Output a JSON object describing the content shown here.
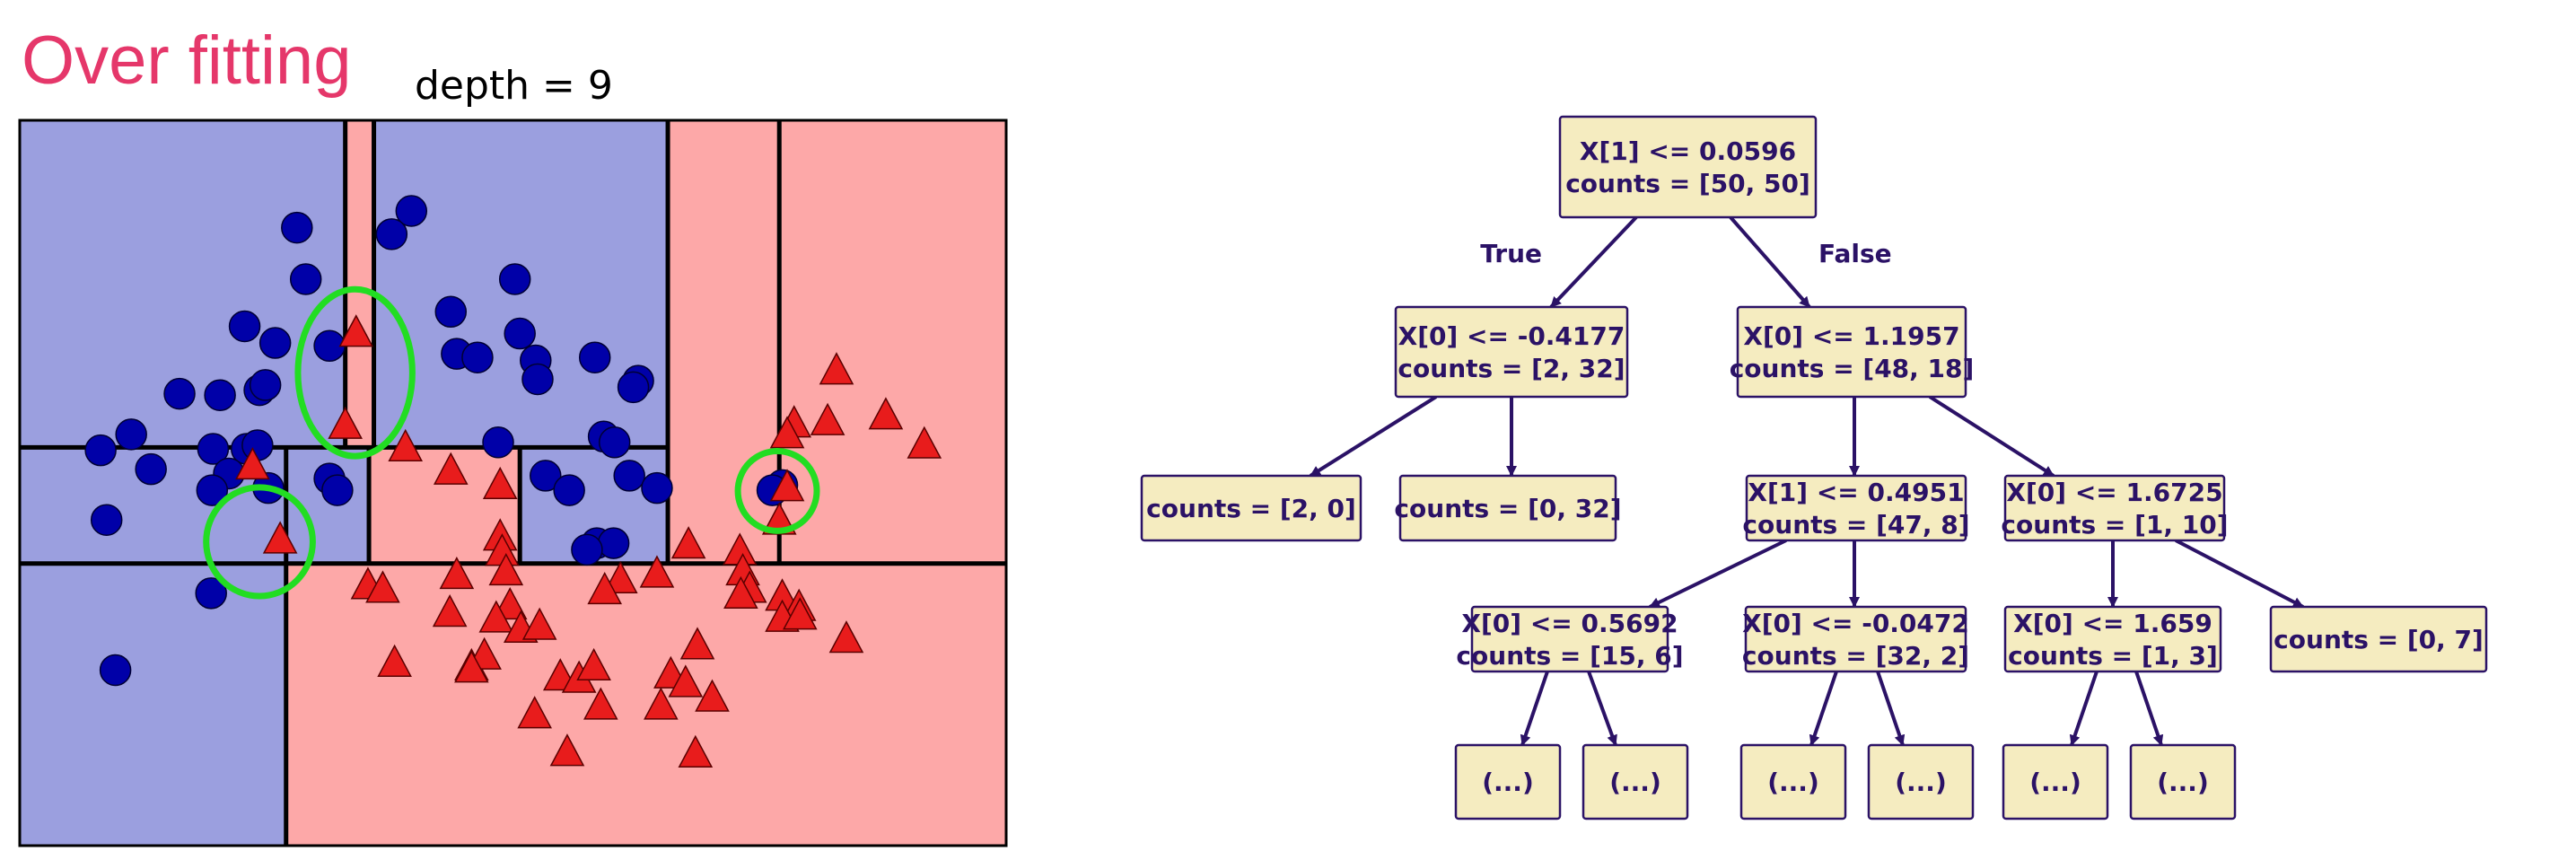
{
  "slide": {
    "title": "Over fitting",
    "plot_title": "depth = 9"
  },
  "colors": {
    "title": "#e5376a",
    "blue_region": "#9b9fdf",
    "red_region": "#fda8a8",
    "circle": "#0000a8",
    "triangle": "#e81c1c",
    "highlight": "#22dd22",
    "node_fill": "#f5ecc0",
    "node_stroke": "#2b1266",
    "edge": "#2b1266"
  },
  "chart_data": {
    "type": "scatter",
    "title": "depth = 9",
    "xlim": [
      0,
      1
    ],
    "ylim": [
      0,
      1
    ],
    "grid": false,
    "legend": "none",
    "series": [
      {
        "marker": "circle",
        "points": [
          [
            0.281,
            0.852
          ],
          [
            0.29,
            0.781
          ],
          [
            0.397,
            0.875
          ],
          [
            0.377,
            0.843
          ],
          [
            0.502,
            0.781
          ],
          [
            0.228,
            0.716
          ],
          [
            0.259,
            0.693
          ],
          [
            0.314,
            0.689
          ],
          [
            0.437,
            0.736
          ],
          [
            0.507,
            0.706
          ],
          [
            0.443,
            0.678
          ],
          [
            0.464,
            0.673
          ],
          [
            0.523,
            0.669
          ],
          [
            0.583,
            0.673
          ],
          [
            0.162,
            0.623
          ],
          [
            0.203,
            0.621
          ],
          [
            0.243,
            0.628
          ],
          [
            0.249,
            0.635
          ],
          [
            0.525,
            0.643
          ],
          [
            0.627,
            0.641
          ],
          [
            0.622,
            0.632
          ],
          [
            0.113,
            0.567
          ],
          [
            0.082,
            0.545
          ],
          [
            0.196,
            0.547
          ],
          [
            0.23,
            0.547
          ],
          [
            0.241,
            0.552
          ],
          [
            0.485,
            0.556
          ],
          [
            0.592,
            0.564
          ],
          [
            0.603,
            0.556
          ],
          [
            0.133,
            0.519
          ],
          [
            0.212,
            0.513
          ],
          [
            0.314,
            0.506
          ],
          [
            0.533,
            0.51
          ],
          [
            0.557,
            0.49
          ],
          [
            0.618,
            0.51
          ],
          [
            0.646,
            0.493
          ],
          [
            0.195,
            0.49
          ],
          [
            0.252,
            0.493
          ],
          [
            0.322,
            0.49
          ],
          [
            0.088,
            0.449
          ],
          [
            0.585,
            0.417
          ],
          [
            0.602,
            0.417
          ],
          [
            0.575,
            0.408
          ],
          [
            0.194,
            0.348
          ],
          [
            0.097,
            0.242
          ],
          [
            0.773,
            0.497
          ],
          [
            0.763,
            0.49
          ]
        ]
      },
      {
        "marker": "triangle",
        "points": [
          [
            0.341,
            0.707
          ],
          [
            0.33,
            0.58
          ],
          [
            0.391,
            0.549
          ],
          [
            0.437,
            0.517
          ],
          [
            0.487,
            0.497
          ],
          [
            0.264,
            0.422
          ],
          [
            0.487,
            0.426
          ],
          [
            0.489,
            0.405
          ],
          [
            0.493,
            0.378
          ],
          [
            0.443,
            0.373
          ],
          [
            0.678,
            0.415
          ],
          [
            0.73,
            0.406
          ],
          [
            0.646,
            0.375
          ],
          [
            0.609,
            0.367
          ],
          [
            0.353,
            0.359
          ],
          [
            0.368,
            0.354
          ],
          [
            0.593,
            0.352
          ],
          [
            0.733,
            0.378
          ],
          [
            0.74,
            0.354
          ],
          [
            0.731,
            0.346
          ],
          [
            0.773,
            0.343
          ],
          [
            0.79,
            0.329
          ],
          [
            0.436,
            0.321
          ],
          [
            0.497,
            0.331
          ],
          [
            0.483,
            0.313
          ],
          [
            0.508,
            0.299
          ],
          [
            0.527,
            0.303
          ],
          [
            0.773,
            0.314
          ],
          [
            0.791,
            0.317
          ],
          [
            0.838,
            0.285
          ],
          [
            0.687,
            0.276
          ],
          [
            0.38,
            0.252
          ],
          [
            0.458,
            0.247
          ],
          [
            0.471,
            0.262
          ],
          [
            0.458,
            0.244
          ],
          [
            0.548,
            0.233
          ],
          [
            0.567,
            0.23
          ],
          [
            0.582,
            0.247
          ],
          [
            0.66,
            0.236
          ],
          [
            0.675,
            0.224
          ],
          [
            0.589,
            0.193
          ],
          [
            0.65,
            0.193
          ],
          [
            0.522,
            0.181
          ],
          [
            0.702,
            0.204
          ],
          [
            0.555,
            0.129
          ],
          [
            0.685,
            0.127
          ],
          [
            0.828,
            0.655
          ],
          [
            0.785,
            0.582
          ],
          [
            0.819,
            0.585
          ],
          [
            0.878,
            0.593
          ],
          [
            0.917,
            0.553
          ],
          [
            0.778,
            0.567
          ],
          [
            0.778,
            0.494
          ],
          [
            0.77,
            0.448
          ],
          [
            0.236,
            0.524
          ]
        ]
      }
    ],
    "regions": [
      {
        "class": "red",
        "x0": 0.0,
        "x1": 1.0,
        "y0": 0.0,
        "y1": 1.0
      },
      {
        "class": "blue",
        "x0": 0.0,
        "x1": 0.657,
        "y0": 0.549,
        "y1": 1.0
      },
      {
        "class": "blue",
        "x0": 0.0,
        "x1": 0.354,
        "y0": 0.389,
        "y1": 0.549
      },
      {
        "class": "blue",
        "x0": 0.0,
        "x1": 0.27,
        "y0": 0.0,
        "y1": 0.389
      },
      {
        "class": "blue",
        "x0": 0.507,
        "x1": 0.657,
        "y0": 0.389,
        "y1": 0.549
      },
      {
        "class": "red",
        "x0": 0.33,
        "x1": 0.359,
        "y0": 0.549,
        "y1": 1.0
      },
      {
        "class": "red",
        "x0": 0.354,
        "x1": 0.507,
        "y0": 0.389,
        "y1": 0.549
      }
    ],
    "boundaries": [
      {
        "x0": 0.0,
        "x1": 1.0,
        "y0": 0.389,
        "y1": 0.389
      },
      {
        "x0": 0.0,
        "x1": 0.657,
        "y0": 0.549,
        "y1": 0.549
      },
      {
        "x0": 0.33,
        "x1": 0.33,
        "y0": 0.549,
        "y1": 1.0
      },
      {
        "x0": 0.359,
        "x1": 0.359,
        "y0": 0.549,
        "y1": 1.0
      },
      {
        "x0": 0.657,
        "x1": 0.657,
        "y0": 0.389,
        "y1": 1.0
      },
      {
        "x0": 0.77,
        "x1": 0.77,
        "y0": 0.389,
        "y1": 1.0
      },
      {
        "x0": 0.27,
        "x1": 0.27,
        "y0": 0.0,
        "y1": 0.549
      },
      {
        "x0": 0.354,
        "x1": 0.354,
        "y0": 0.389,
        "y1": 0.549
      },
      {
        "x0": 0.507,
        "x1": 0.507,
        "y0": 0.389,
        "y1": 0.549
      }
    ],
    "highlights": [
      {
        "cx": 0.34,
        "cy": 0.652,
        "rx": 0.058,
        "ry": 0.115
      },
      {
        "cx": 0.243,
        "cy": 0.419,
        "rx": 0.054,
        "ry": 0.075
      },
      {
        "cx": 0.768,
        "cy": 0.489,
        "rx": 0.04,
        "ry": 0.055
      }
    ]
  },
  "tree": {
    "nodes": [
      {
        "id": "root",
        "lines": [
          "X[1] <= 0.0596",
          "counts = [50, 50]"
        ]
      },
      {
        "id": "n1",
        "lines": [
          "X[0] <= -0.4177",
          "counts = [2, 32]"
        ]
      },
      {
        "id": "n2",
        "lines": [
          "X[0] <= 1.1957",
          "counts = [48, 18]"
        ]
      },
      {
        "id": "n3",
        "lines": [
          "counts = [2, 0]"
        ]
      },
      {
        "id": "n4",
        "lines": [
          "counts = [0, 32]"
        ]
      },
      {
        "id": "n5",
        "lines": [
          "X[1] <= 0.4951",
          "counts = [47, 8]"
        ]
      },
      {
        "id": "n6",
        "lines": [
          "X[0] <= 1.6725",
          "counts = [1, 10]"
        ]
      },
      {
        "id": "n7",
        "lines": [
          "X[0] <= 0.5692",
          "counts = [15, 6]"
        ]
      },
      {
        "id": "n8",
        "lines": [
          "X[0] <= -0.0472",
          "counts = [32, 2]"
        ]
      },
      {
        "id": "n9",
        "lines": [
          "X[0] <= 1.659",
          "counts = [1, 3]"
        ]
      },
      {
        "id": "n10",
        "lines": [
          "counts = [0, 7]"
        ]
      },
      {
        "id": "n11",
        "lines": [
          "(...)"
        ]
      },
      {
        "id": "n12",
        "lines": [
          "(...)"
        ]
      },
      {
        "id": "n13",
        "lines": [
          "(...)"
        ]
      },
      {
        "id": "n14",
        "lines": [
          "(...)"
        ]
      },
      {
        "id": "n15",
        "lines": [
          "(...)"
        ]
      },
      {
        "id": "n16",
        "lines": [
          "(...)"
        ]
      }
    ],
    "edges": [
      {
        "from": "root",
        "to": "n1",
        "label": "True"
      },
      {
        "from": "root",
        "to": "n2",
        "label": "False"
      },
      {
        "from": "n1",
        "to": "n3"
      },
      {
        "from": "n1",
        "to": "n4"
      },
      {
        "from": "n2",
        "to": "n5"
      },
      {
        "from": "n2",
        "to": "n6"
      },
      {
        "from": "n5",
        "to": "n7"
      },
      {
        "from": "n5",
        "to": "n8"
      },
      {
        "from": "n6",
        "to": "n9"
      },
      {
        "from": "n6",
        "to": "n10"
      },
      {
        "from": "n7",
        "to": "n11"
      },
      {
        "from": "n7",
        "to": "n12"
      },
      {
        "from": "n8",
        "to": "n13"
      },
      {
        "from": "n8",
        "to": "n14"
      },
      {
        "from": "n9",
        "to": "n15"
      },
      {
        "from": "n9",
        "to": "n16"
      }
    ]
  }
}
